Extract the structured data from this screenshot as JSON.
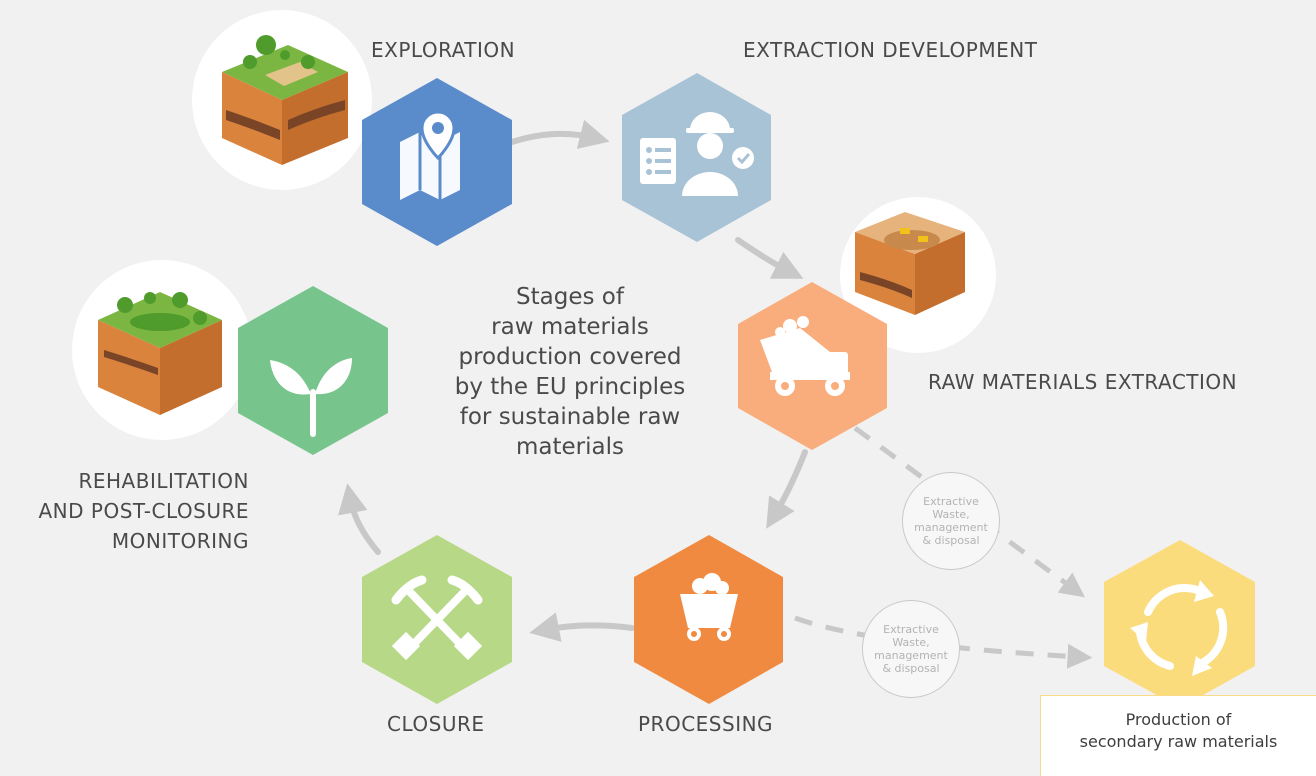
{
  "colors": {
    "exploration": "#5a8bcb",
    "extraction_development": "#a9c3d6",
    "raw_materials_extraction": "#f9ad7c",
    "processing": "#f08a41",
    "closure": "#b7d886",
    "rehabilitation": "#77c48c",
    "secondary": "#fbdc7d",
    "arrow": "#c8c8c8"
  },
  "stages": {
    "exploration": {
      "label": "EXPLORATION",
      "icon": "map-pin-icon"
    },
    "extraction_development": {
      "label": "EXTRACTION DEVELOPMENT",
      "icon": "worker-checklist-icon"
    },
    "raw_materials_extraction": {
      "label": "RAW MATERIALS EXTRACTION",
      "icon": "mining-truck-icon"
    },
    "processing": {
      "label": "PROCESSING",
      "icon": "mine-cart-icon"
    },
    "closure": {
      "label": "CLOSURE",
      "icon": "crossed-pickaxes-icon"
    },
    "rehabilitation": {
      "label_lines": [
        "REHABILITATION",
        "AND POST-CLOSURE",
        "MONITORING"
      ],
      "icon": "sprout-icon"
    }
  },
  "center_title_lines": [
    "Stages of",
    "raw materials",
    "production covered",
    "by the EU principles",
    "for sustainable raw",
    "materials"
  ],
  "waste_label_lines": [
    "Extractive",
    "Waste,",
    "management",
    "& disposal"
  ],
  "secondary": {
    "icon": "recycle-icon",
    "lines": [
      "Production of",
      "secondary raw materials"
    ]
  }
}
